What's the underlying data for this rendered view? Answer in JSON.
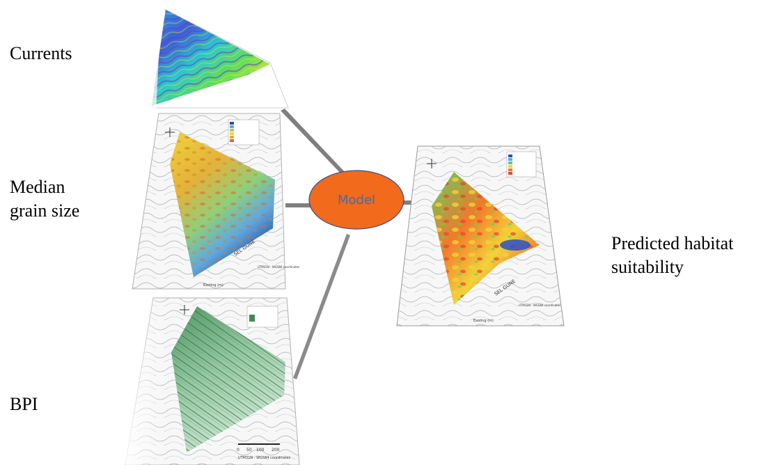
{
  "labels": {
    "currents": "Currents",
    "median_line1": "Median",
    "median_line2": "grain size",
    "bpi": "BPI",
    "predicted_line1": "Predicted habitat",
    "predicted_line2": "suitability"
  },
  "model": {
    "label": "Model",
    "fill": "#f26a1b",
    "text_color": "#3a6fb0"
  },
  "maps": {
    "median": {
      "easting_label": "Easting (m)",
      "coords_label": "UTM31N - WGS84 coordinates",
      "place_label": "SEL GUNE"
    },
    "bpi": {
      "coords_label": "UTM31N - WGS84 coordinates",
      "scale_ticks": [
        "0",
        "50",
        "100",
        "200"
      ]
    },
    "predicted": {
      "easting_label": "Easting (m)",
      "coords_label": "UTM31N - WGS84 coordinates",
      "place_label": "SEL GUNE"
    }
  },
  "colors": {
    "currents": [
      "#7b2fbe",
      "#3b5fd6",
      "#2bb0e8",
      "#28e0c0",
      "#5ee05a",
      "#c8e83a",
      "#f3e23a",
      "#f2a13a"
    ],
    "grain": [
      "#f0d23a",
      "#e3a93a",
      "#d86a2e",
      "#9ccf6a",
      "#5fb0e0",
      "#3a6fcc",
      "#2a4fa0"
    ],
    "bpi_green": "#3d8c54",
    "predicted": [
      "#f07a2a",
      "#f2d23a",
      "#60d060",
      "#e8442a",
      "#2a50c8"
    ],
    "connector": "#8a8a8a"
  }
}
